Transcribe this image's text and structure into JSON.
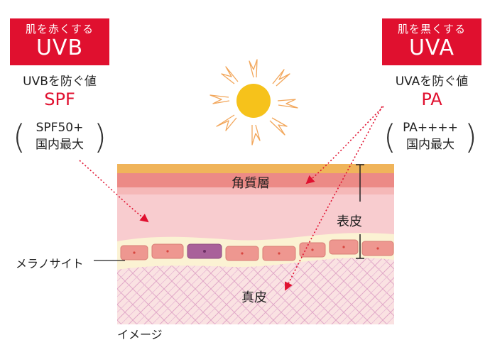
{
  "uvb": {
    "badge_sub": "肌を赤くする",
    "badge_main": "UVB",
    "protect_label": "UVBを防ぐ値",
    "metric": "SPF",
    "max_line1": "SPF50+",
    "max_line2": "国内最大"
  },
  "uva": {
    "badge_sub": "肌を黒くする",
    "badge_main": "UVA",
    "protect_label": "UVAを防ぐ値",
    "metric": "PA",
    "max_line1": "PA++++",
    "max_line2": "国内最大"
  },
  "skin": {
    "stratum_corneum": "角質層",
    "epidermis": "表皮",
    "dermis": "真皮",
    "melanocyte": "メラノサイト",
    "image_note": "イメージ"
  },
  "colors": {
    "accent_red": "#e0102f",
    "sun": "#f6c21b",
    "top_layer": "#f0b45a",
    "stratum": "#ec8a86",
    "epidermis": "#f8cccf",
    "basal_band": "#fbf2d3",
    "cell": "#ee9790",
    "melanocyte_cell": "#a9619a",
    "dermis": "#fae2e2",
    "fiber": "#e1a8c8"
  },
  "icons": {
    "sun": "sun-icon"
  }
}
